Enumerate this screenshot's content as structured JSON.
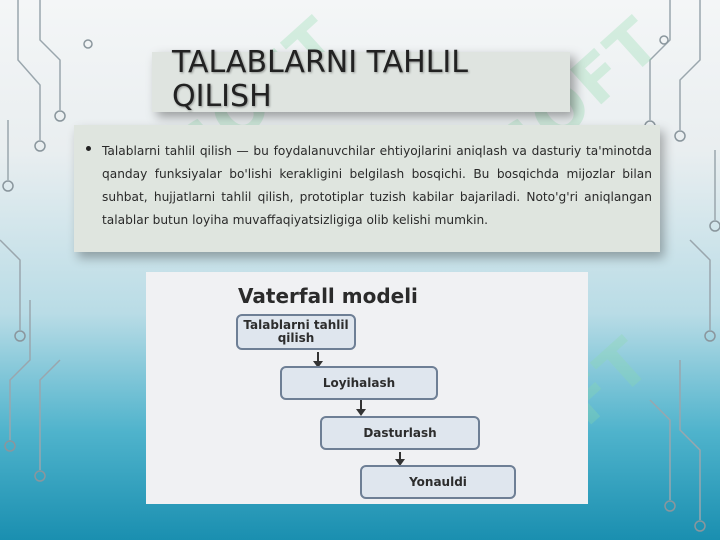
{
  "slide": {
    "title": "TALABLARNI TAHLIL QILISH",
    "bullet": "Talablarni tahlil qilish — bu foydalanuvchilar ehtiyojlarini aniqlash va dasturiy ta'minotda qanday funksiyalar bo'lishi kerakligini belgilash bosqichi. Bu bosqichda mijozlar bilan suhbat, hujjatlarni tahlil qilish, prototiplar tuzish kabilar bajariladi. Noto'g'ri aniqlangan talablar butun loyiha muvaffaqiyatsizligiga olib kelishi mumkin."
  },
  "diagram": {
    "title": "Vaterfall modeli",
    "steps": [
      "Talablarni tahlil qilish",
      "Loyihalash",
      "Dasturlash",
      "Yonauldi"
    ]
  },
  "watermark": "SOFT",
  "colors": {
    "background_top": "#f4f6f7",
    "background_bottom": "#1a8fb0",
    "panel": "#dfe5df",
    "step_border": "#6e7f95",
    "step_fill": "#dfe6ee"
  }
}
